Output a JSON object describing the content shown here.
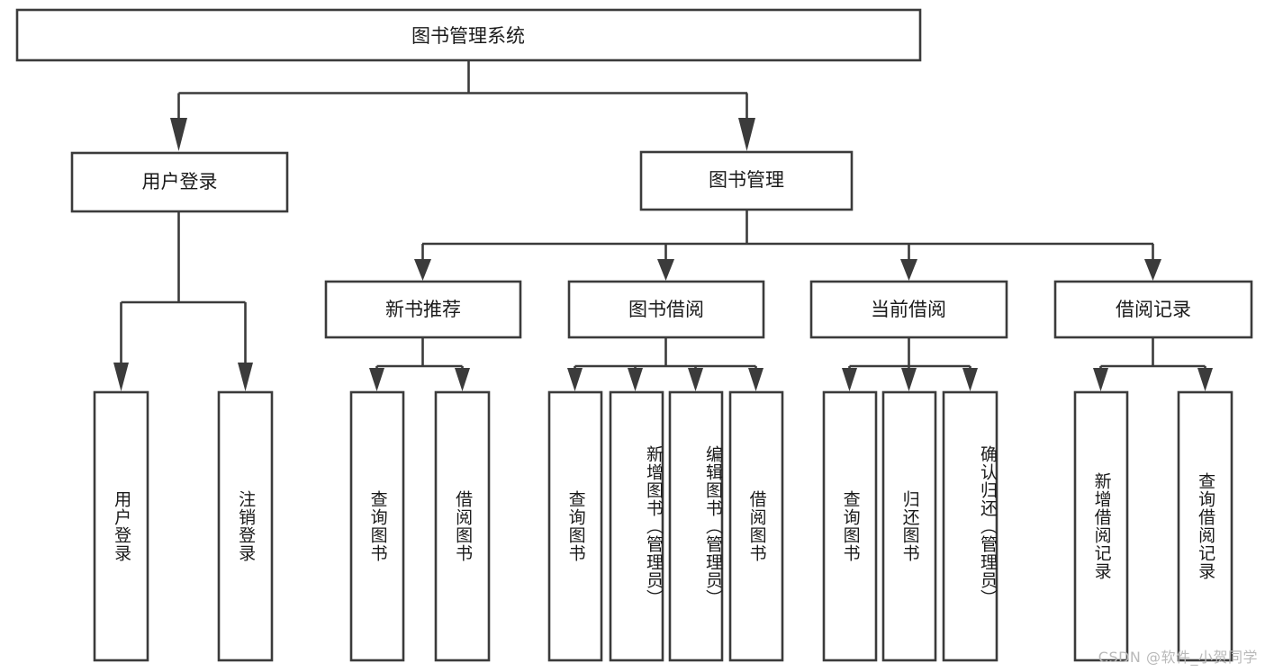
{
  "diagram": {
    "type": "hierarchy-tree",
    "title": "图书管理系统",
    "root": {
      "id": "root",
      "label": "图书管理系统"
    },
    "level1": [
      {
        "id": "user-login",
        "label": "用户登录"
      },
      {
        "id": "book-manage",
        "label": "图书管理"
      }
    ],
    "level2": [
      {
        "id": "new-book-recommend",
        "label": "新书推荐",
        "parent": "book-manage"
      },
      {
        "id": "book-borrow",
        "label": "图书借阅",
        "parent": "book-manage"
      },
      {
        "id": "current-borrow",
        "label": "当前借阅",
        "parent": "book-manage"
      },
      {
        "id": "borrow-record",
        "label": "借阅记录",
        "parent": "book-manage"
      }
    ],
    "leaves": [
      {
        "id": "leaf-user-login",
        "label": "用户登录",
        "parent": "user-login"
      },
      {
        "id": "leaf-logout-login",
        "label": "注销登录",
        "parent": "user-login"
      },
      {
        "id": "leaf-query-book-1",
        "label": "查询图书",
        "parent": "new-book-recommend"
      },
      {
        "id": "leaf-borrow-book-1",
        "label": "借阅图书",
        "parent": "new-book-recommend"
      },
      {
        "id": "leaf-query-book-2",
        "label": "查询图书",
        "parent": "book-borrow"
      },
      {
        "id": "leaf-add-book",
        "label": "新增图书（管理员）",
        "parent": "book-borrow"
      },
      {
        "id": "leaf-edit-book",
        "label": "编辑图书（管理员）",
        "parent": "book-borrow"
      },
      {
        "id": "leaf-borrow-book-2",
        "label": "借阅图书",
        "parent": "book-borrow"
      },
      {
        "id": "leaf-query-book-3",
        "label": "查询图书",
        "parent": "current-borrow"
      },
      {
        "id": "leaf-return-book",
        "label": "归还图书",
        "parent": "current-borrow"
      },
      {
        "id": "leaf-confirm-return",
        "label": "确认归还（管理员）",
        "parent": "current-borrow"
      },
      {
        "id": "leaf-add-record",
        "label": "新增借阅记录",
        "parent": "borrow-record"
      },
      {
        "id": "leaf-query-record",
        "label": "查询借阅记录",
        "parent": "borrow-record"
      }
    ],
    "colors": {
      "stroke": "#3b3b3b",
      "fill": "#ffffff",
      "text": "#1a1a1a",
      "watermark": "#b9b9b9",
      "background": "#ffffff"
    }
  },
  "watermark": {
    "text": "CSDN @软件_小贺同学"
  }
}
